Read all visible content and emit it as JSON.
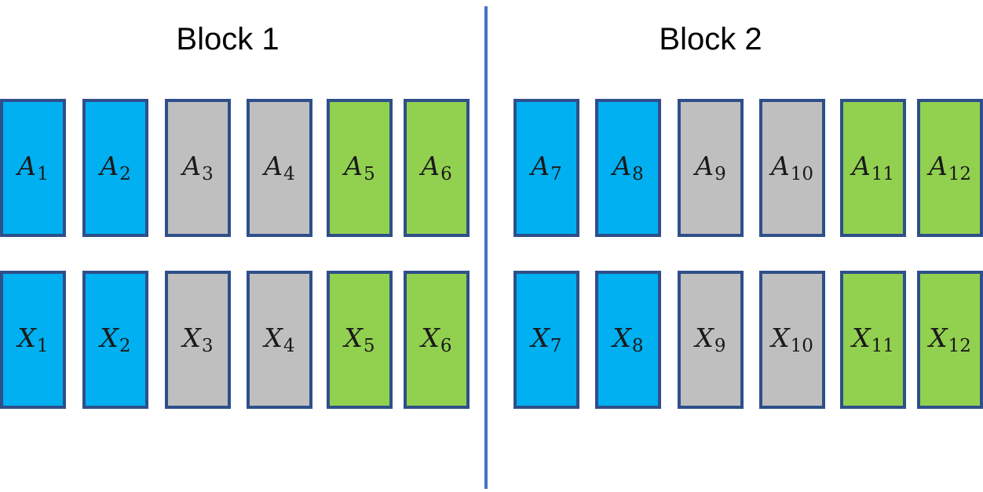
{
  "colors": {
    "blue": "#00B0F0",
    "gray": "#BFBFBF",
    "green": "#92D050",
    "border": "#2F4F8A",
    "divider": "#4472C4"
  },
  "blocks": [
    {
      "title": "Block 1",
      "rows": [
        [
          {
            "letter": "A",
            "index": "1",
            "color": "blue"
          },
          {
            "letter": "A",
            "index": "2",
            "color": "blue"
          },
          {
            "letter": "A",
            "index": "3",
            "color": "gray"
          },
          {
            "letter": "A",
            "index": "4",
            "color": "gray"
          },
          {
            "letter": "A",
            "index": "5",
            "color": "green"
          },
          {
            "letter": "A",
            "index": "6",
            "color": "green"
          }
        ],
        [
          {
            "letter": "X",
            "index": "1",
            "color": "blue"
          },
          {
            "letter": "X",
            "index": "2",
            "color": "blue"
          },
          {
            "letter": "X",
            "index": "3",
            "color": "gray"
          },
          {
            "letter": "X",
            "index": "4",
            "color": "gray"
          },
          {
            "letter": "X",
            "index": "5",
            "color": "green"
          },
          {
            "letter": "X",
            "index": "6",
            "color": "green"
          }
        ]
      ]
    },
    {
      "title": "Block 2",
      "rows": [
        [
          {
            "letter": "A",
            "index": "7",
            "color": "blue"
          },
          {
            "letter": "A",
            "index": "8",
            "color": "blue"
          },
          {
            "letter": "A",
            "index": "9",
            "color": "gray"
          },
          {
            "letter": "A",
            "index": "10",
            "color": "gray"
          },
          {
            "letter": "A",
            "index": "11",
            "color": "green"
          },
          {
            "letter": "A",
            "index": "12",
            "color": "green"
          }
        ],
        [
          {
            "letter": "X",
            "index": "7",
            "color": "blue"
          },
          {
            "letter": "X",
            "index": "8",
            "color": "blue"
          },
          {
            "letter": "X",
            "index": "9",
            "color": "gray"
          },
          {
            "letter": "X",
            "index": "10",
            "color": "gray"
          },
          {
            "letter": "X",
            "index": "11",
            "color": "green"
          },
          {
            "letter": "X",
            "index": "12",
            "color": "green"
          }
        ]
      ]
    }
  ]
}
